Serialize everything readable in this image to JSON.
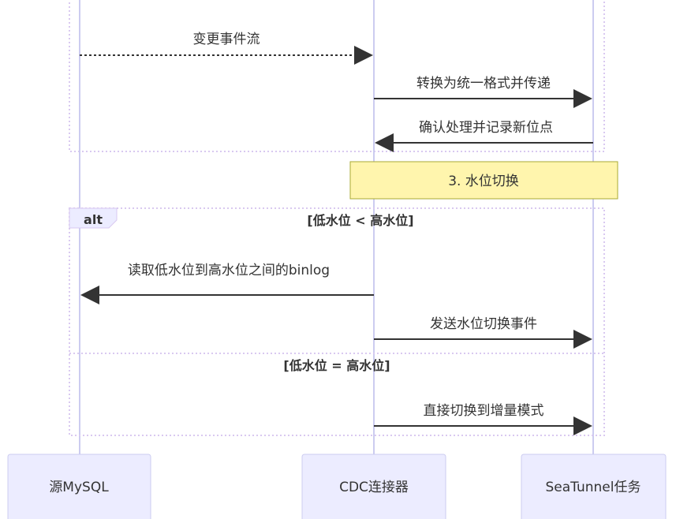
{
  "actors": {
    "mysql": "源MySQL",
    "cdc": "CDC连接器",
    "seatunnel": "SeaTunnel任务"
  },
  "messages": {
    "m1": "变更事件流",
    "m2": "转换为统一格式并传递",
    "m3": "确认处理并记录新位点",
    "m4": "读取低水位到高水位之间的binlog",
    "m5": "发送水位切换事件",
    "m6": "直接切换到增量模式"
  },
  "note": "3. 水位切换",
  "alt_frame": {
    "keyword": "alt",
    "condition1": "[低水位 < 高水位]",
    "condition2": "[低水位 = 高水位]"
  }
}
